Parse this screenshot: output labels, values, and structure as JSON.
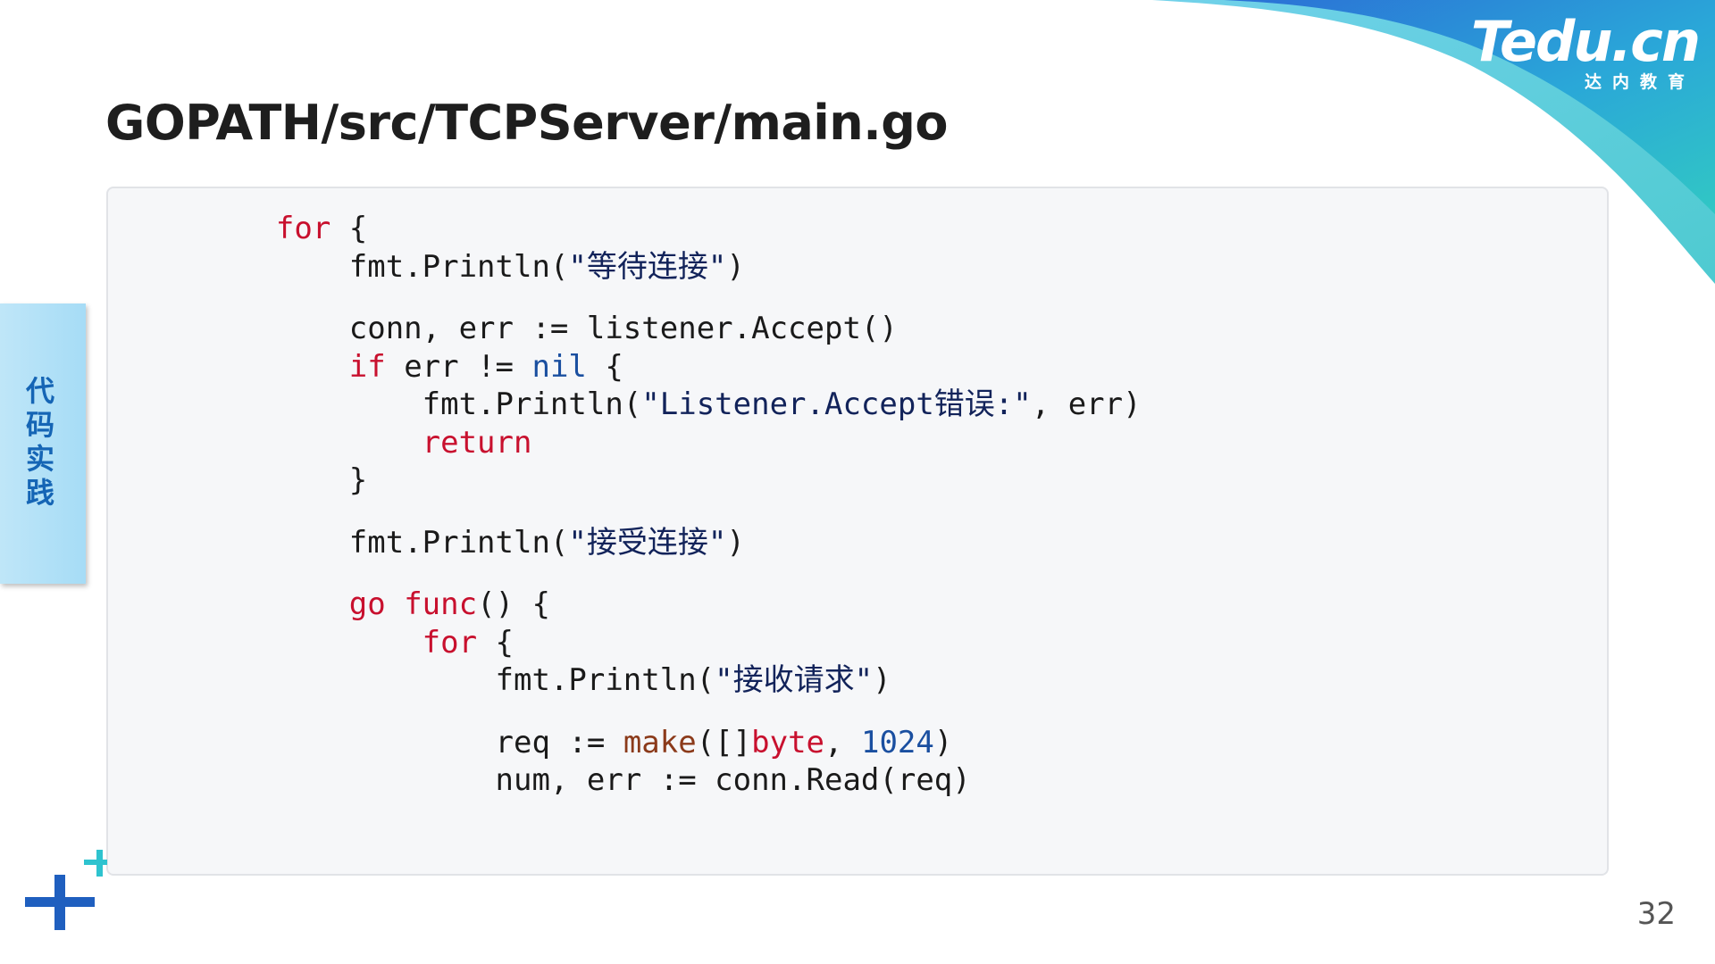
{
  "header": {
    "logo_main": "Tedu.cn",
    "logo_sub": "达内教育"
  },
  "slide": {
    "title": "GOPATH/src/TCPServer/main.go",
    "side_tab_label": "代码实践",
    "page_number": "32"
  },
  "code": {
    "lines": [
      {
        "indent": "    ",
        "tokens": [
          {
            "t": "for",
            "k": "kw"
          },
          {
            "t": " {",
            "k": ""
          }
        ]
      },
      {
        "indent": "        ",
        "tokens": [
          {
            "t": "fmt.Println(",
            "k": ""
          },
          {
            "t": "\"等待连接\"",
            "k": "str"
          },
          {
            "t": ")",
            "k": ""
          }
        ]
      },
      {
        "indent": "",
        "tokens": [],
        "spacer": true
      },
      {
        "indent": "        ",
        "tokens": [
          {
            "t": "conn, err := listener.Accept()",
            "k": ""
          }
        ]
      },
      {
        "indent": "        ",
        "tokens": [
          {
            "t": "if",
            "k": "kw"
          },
          {
            "t": " err != ",
            "k": ""
          },
          {
            "t": "nil",
            "k": "nil"
          },
          {
            "t": " {",
            "k": ""
          }
        ]
      },
      {
        "indent": "            ",
        "tokens": [
          {
            "t": "fmt.Println(",
            "k": ""
          },
          {
            "t": "\"Listener.Accept错误:\"",
            "k": "str"
          },
          {
            "t": ", err)",
            "k": ""
          }
        ]
      },
      {
        "indent": "            ",
        "tokens": [
          {
            "t": "return",
            "k": "kw"
          }
        ]
      },
      {
        "indent": "        ",
        "tokens": [
          {
            "t": "}",
            "k": ""
          }
        ]
      },
      {
        "indent": "",
        "tokens": [],
        "spacer": true
      },
      {
        "indent": "        ",
        "tokens": [
          {
            "t": "fmt.Println(",
            "k": ""
          },
          {
            "t": "\"接受连接\"",
            "k": "str"
          },
          {
            "t": ")",
            "k": ""
          }
        ]
      },
      {
        "indent": "",
        "tokens": [],
        "spacer": true
      },
      {
        "indent": "        ",
        "tokens": [
          {
            "t": "go",
            "k": "kw"
          },
          {
            "t": " ",
            "k": ""
          },
          {
            "t": "func",
            "k": "kw"
          },
          {
            "t": "() {",
            "k": ""
          }
        ]
      },
      {
        "indent": "            ",
        "tokens": [
          {
            "t": "for",
            "k": "kw"
          },
          {
            "t": " {",
            "k": ""
          }
        ]
      },
      {
        "indent": "                ",
        "tokens": [
          {
            "t": "fmt.Println(",
            "k": ""
          },
          {
            "t": "\"接收请求\"",
            "k": "str"
          },
          {
            "t": ")",
            "k": ""
          }
        ]
      },
      {
        "indent": "",
        "tokens": [],
        "spacer": true
      },
      {
        "indent": "                ",
        "tokens": [
          {
            "t": "req := ",
            "k": ""
          },
          {
            "t": "make",
            "k": "builtin"
          },
          {
            "t": "([]",
            "k": ""
          },
          {
            "t": "byte",
            "k": "kw"
          },
          {
            "t": ", ",
            "k": ""
          },
          {
            "t": "1024",
            "k": "num"
          },
          {
            "t": ")",
            "k": ""
          }
        ]
      },
      {
        "indent": "                ",
        "tokens": [
          {
            "t": "num, err := conn.Read(req)",
            "k": ""
          }
        ]
      }
    ]
  },
  "colors": {
    "keyword": "#c8102e",
    "nil": "#1a4fa0",
    "string": "#12235a",
    "builtin": "#8b3a1a",
    "number": "#1a4fa0",
    "accent_blue": "#1565b5",
    "accent_teal": "#2ec3cf"
  },
  "icons": {
    "corner": "decorative-swoosh",
    "plus": "plus-icon"
  }
}
